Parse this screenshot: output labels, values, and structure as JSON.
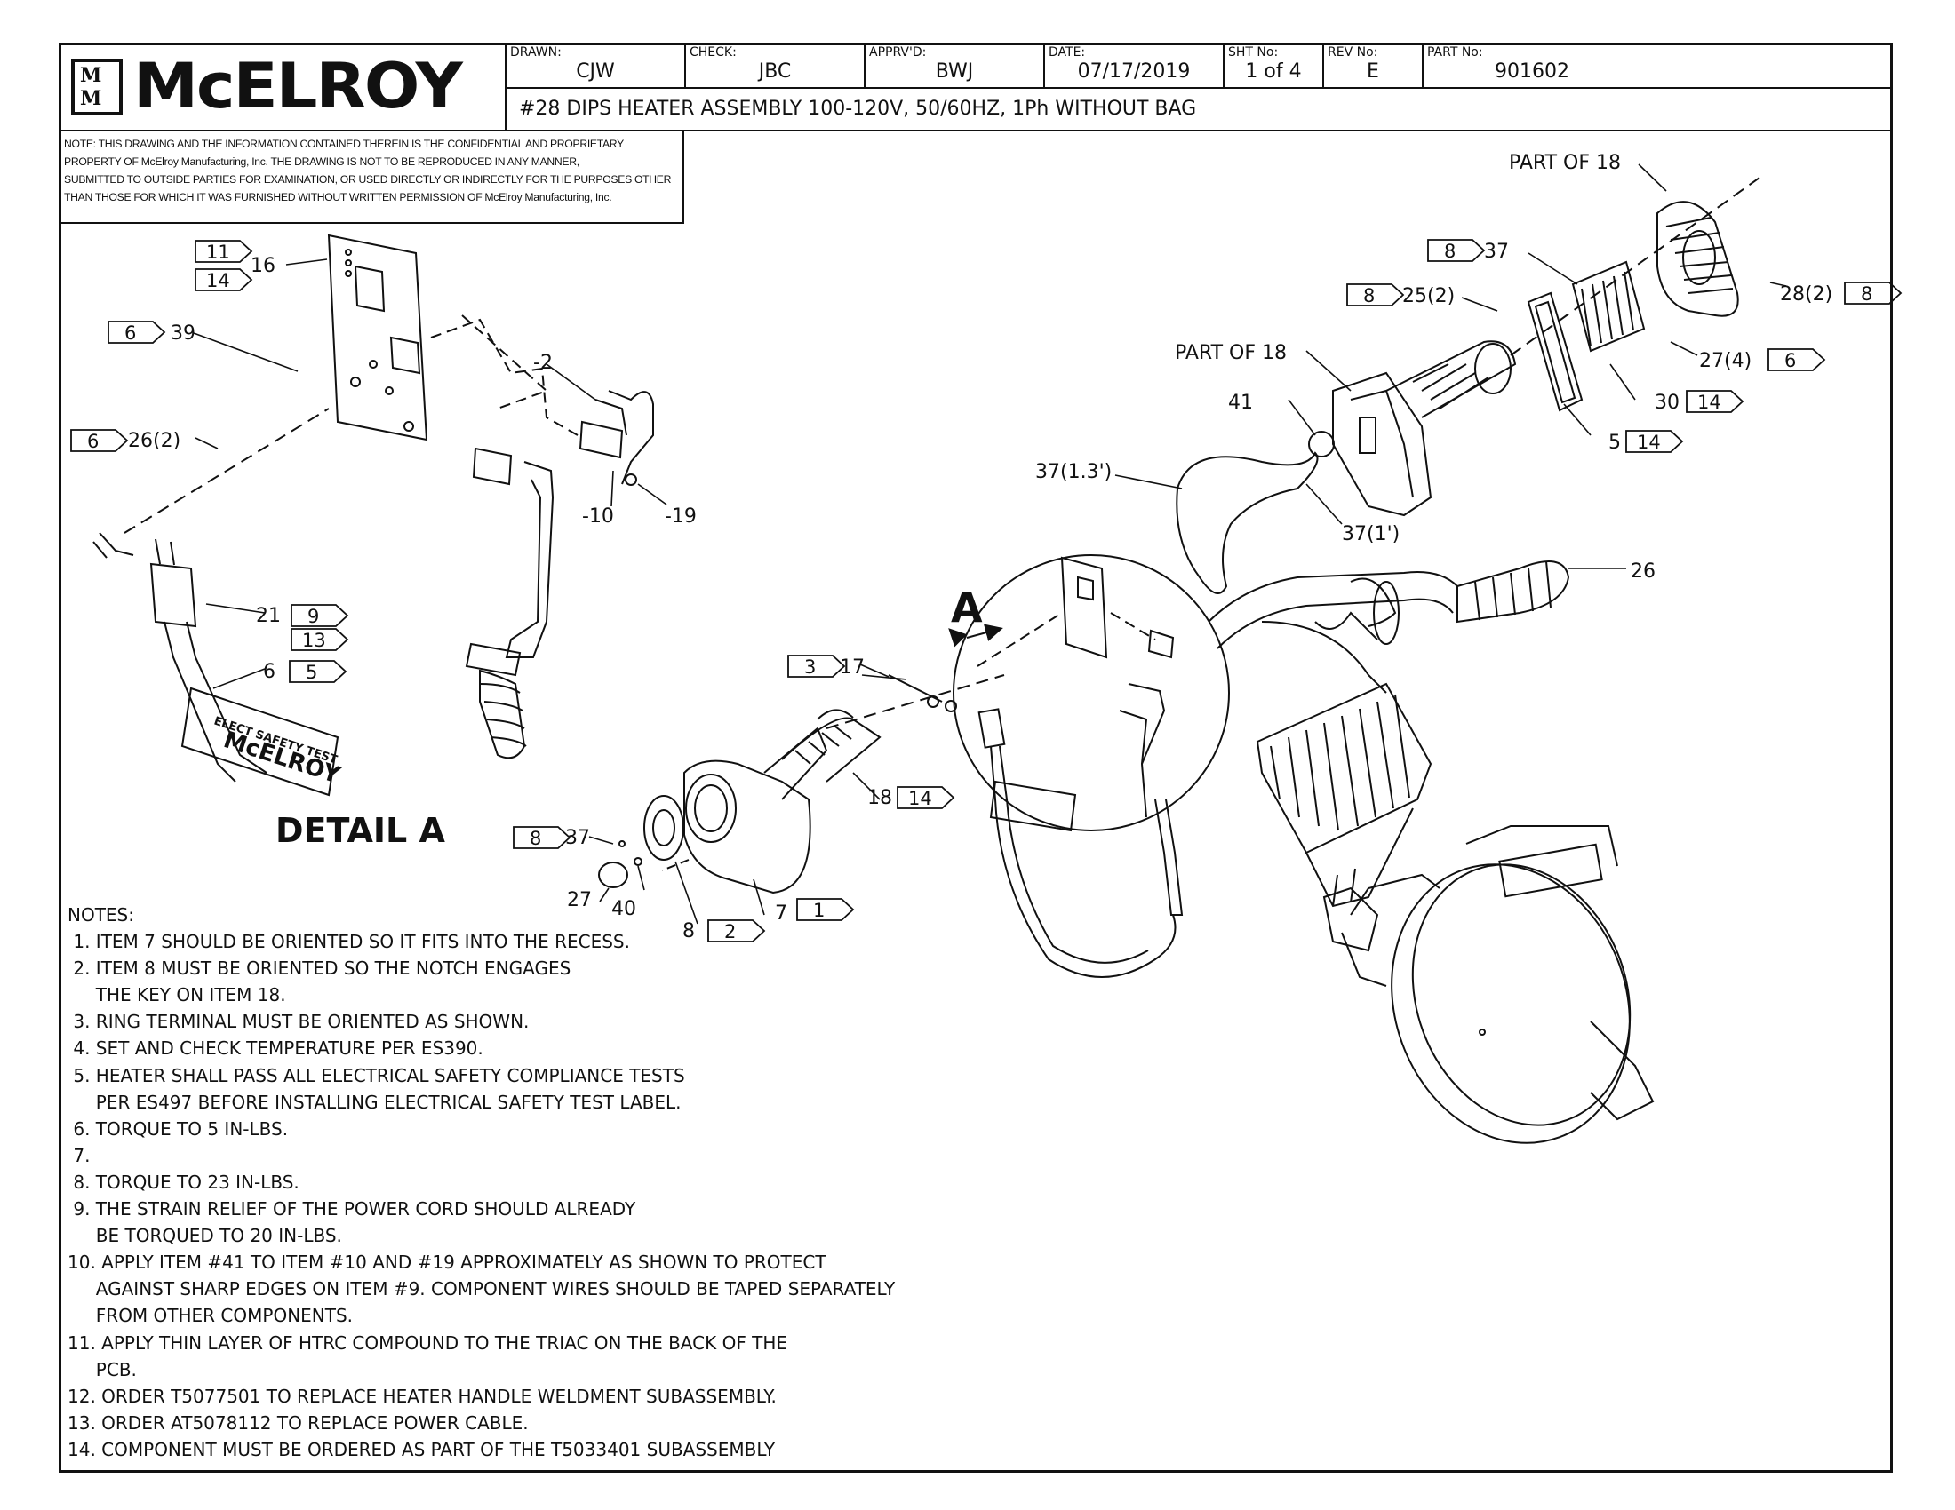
{
  "brand": {
    "logo_text": "McELROY",
    "mark_top": "M",
    "mark_bottom": "M"
  },
  "title_block": {
    "drawn_label": "DRAWN:",
    "drawn": "CJW",
    "check_label": "CHECK:",
    "check": "JBC",
    "apprvd_label": "APPRV'D:",
    "apprvd": "BWJ",
    "date_label": "DATE:",
    "date": "07/17/2019",
    "sht_label": "SHT No:",
    "sht": "1 of 4",
    "rev_label": "REV No:",
    "rev": "E",
    "part_label": "PART No:",
    "part": "901602",
    "title": "#28 DIPS HEATER ASSEMBLY 100-120V, 50/60HZ, 1Ph WITHOUT BAG"
  },
  "proprietary_note": [
    "NOTE: THIS DRAWING AND THE INFORMATION CONTAINED THEREIN IS THE CONFIDENTIAL AND PROPRIETARY",
    "PROPERTY OF McElroy Manufacturing, Inc. THE DRAWING IS NOT TO BE REPRODUCED IN ANY MANNER,",
    "SUBMITTED TO OUTSIDE PARTIES FOR EXAMINATION, OR USED DIRECTLY OR INDIRECTLY FOR THE PURPOSES OTHER",
    "THAN THOSE FOR WHICH IT WAS FURNISHED WITHOUT WRITTEN PERMISSION OF McElroy Manufacturing, Inc."
  ],
  "callouts": {
    "part_of_18_a": "PART OF 18",
    "part_of_18_b": "PART OF 18",
    "c37_top": "37",
    "c25": "25(2)",
    "c28": "28(2)",
    "c27": "27(4)",
    "c30": "30",
    "c5": "5",
    "c41": "41",
    "c37_13": "37(1.3')",
    "c37_1": "37(1')",
    "c26_handle": "26",
    "c16": "16",
    "c39": "39",
    "c26_2": "26(2)",
    "c_2": "-2",
    "c_10": "-10",
    "c_19": "-19",
    "c21": "21",
    "c6": "6",
    "c17": "17",
    "c18": "18",
    "c37_bot": "37",
    "c27_bot": "27",
    "c40": "40",
    "c8": "8",
    "c7": "7",
    "detail_letter": "A",
    "detail_label": "DETAIL A",
    "label_text_1": "ELECT SAFETY TEST",
    "label_text_2": "McELROY"
  },
  "flags": {
    "f8a": "8",
    "f8b": "8",
    "f8c": "8",
    "f6a": "6",
    "f14a": "14",
    "f14b": "14",
    "f11": "11",
    "f14c": "14",
    "f6b": "6",
    "f6c": "6",
    "f9": "9",
    "f13": "13",
    "f5": "5",
    "f3": "3",
    "f14d": "14",
    "f8d": "8",
    "f2": "2",
    "f1": "1"
  },
  "notes_heading": "NOTES:",
  "notes": [
    " 1. ITEM 7 SHOULD BE ORIENTED SO IT FITS INTO THE RECESS.",
    " 2. ITEM 8 MUST BE ORIENTED SO THE NOTCH ENGAGES",
    "     THE KEY ON ITEM 18.",
    " 3. RING TERMINAL MUST BE ORIENTED AS SHOWN.",
    " 4. SET AND CHECK TEMPERATURE PER ES390.",
    " 5. HEATER SHALL PASS ALL ELECTRICAL SAFETY COMPLIANCE TESTS",
    "     PER ES497 BEFORE INSTALLING ELECTRICAL SAFETY TEST LABEL.",
    " 6. TORQUE TO 5 IN-LBS.",
    " 7.",
    " 8. TORQUE TO 23 IN-LBS.",
    " 9. THE STRAIN RELIEF OF THE POWER CORD SHOULD ALREADY",
    "     BE TORQUED TO 20 IN-LBS.",
    "10. APPLY ITEM #41 TO ITEM #10 AND #19 APPROXIMATELY AS SHOWN TO PROTECT",
    "     AGAINST SHARP EDGES ON ITEM #9. COMPONENT WIRES SHOULD BE TAPED SEPARATELY",
    "     FROM OTHER COMPONENTS.",
    "11. APPLY THIN LAYER OF HTRC COMPOUND TO THE TRIAC ON THE BACK OF THE",
    "     PCB.",
    "12. ORDER T5077501 TO REPLACE HEATER HANDLE WELDMENT SUBASSEMBLY.",
    "13. ORDER AT5078112 TO REPLACE POWER CABLE.",
    "14. COMPONENT MUST BE ORDERED AS PART OF THE T5033401 SUBASSEMBLY"
  ]
}
